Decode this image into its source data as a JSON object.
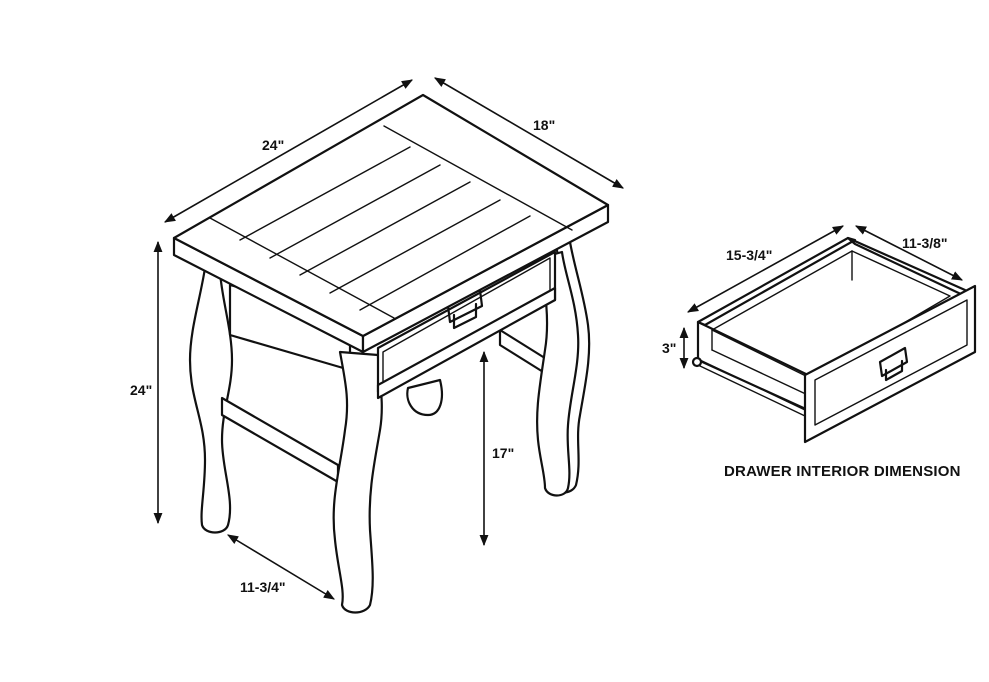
{
  "table": {
    "width_label": "24\"",
    "depth_label": "18\"",
    "height_label": "24\"",
    "clearance_label": "17\"",
    "leg_span_label": "11-3/4\""
  },
  "drawer": {
    "width_label": "15-3/4\"",
    "depth_label": "11-3/8\"",
    "height_label": "3\"",
    "caption": "DRAWER INTERIOR DIMENSION"
  },
  "colors": {
    "line": "#111111",
    "background": "#ffffff"
  }
}
